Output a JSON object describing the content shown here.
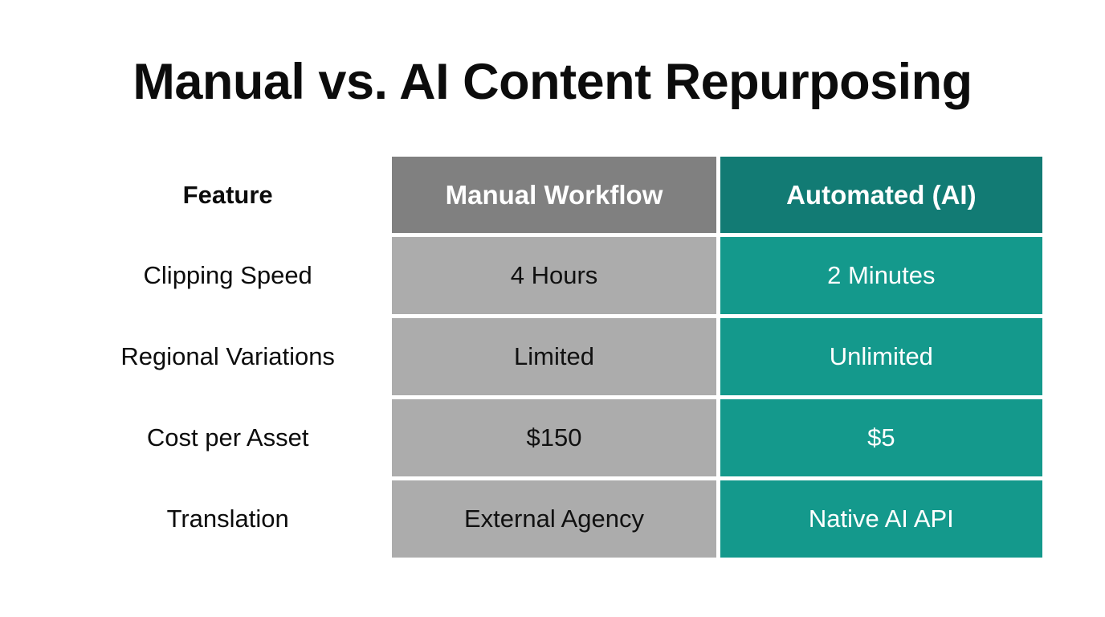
{
  "slide": {
    "title": "Manual vs. AI Content Repurposing",
    "background_color": "#FFFFFF",
    "title_color": "#0C0C0C"
  },
  "palette": {
    "header_gray": "#808080",
    "body_gray": "#ACACAC",
    "header_teal": "#127B74",
    "body_teal": "#14998C",
    "header_text": "#FFFFFF",
    "gray_cell_text": "#111111",
    "teal_cell_text": "#FFFFFF"
  },
  "chart_data": {
    "type": "table",
    "title": "Manual vs. AI Content Repurposing",
    "columns": [
      "Feature",
      "Manual Workflow",
      "Automated (AI)"
    ],
    "rows": [
      [
        "Clipping Speed",
        "4 Hours",
        "2 Minutes"
      ],
      [
        "Regional Variations",
        "Limited",
        "Unlimited"
      ],
      [
        "Cost per Asset",
        "$150",
        "$5"
      ],
      [
        "Translation",
        "External Agency",
        "Native AI API"
      ]
    ],
    "xlabel": "",
    "ylabel": "",
    "legend": []
  },
  "table": {
    "header": {
      "feature": "Feature",
      "manual": "Manual Workflow",
      "ai": "Automated (AI)"
    },
    "rows": [
      {
        "feature": "Clipping Speed",
        "manual": "4 Hours",
        "ai": "2 Minutes"
      },
      {
        "feature": "Regional Variations",
        "manual": "Limited",
        "ai": "Unlimited"
      },
      {
        "feature": "Cost per Asset",
        "manual": "$150",
        "ai": "$5"
      },
      {
        "feature": "Translation",
        "manual": "External Agency",
        "ai": "Native AI API"
      }
    ]
  }
}
